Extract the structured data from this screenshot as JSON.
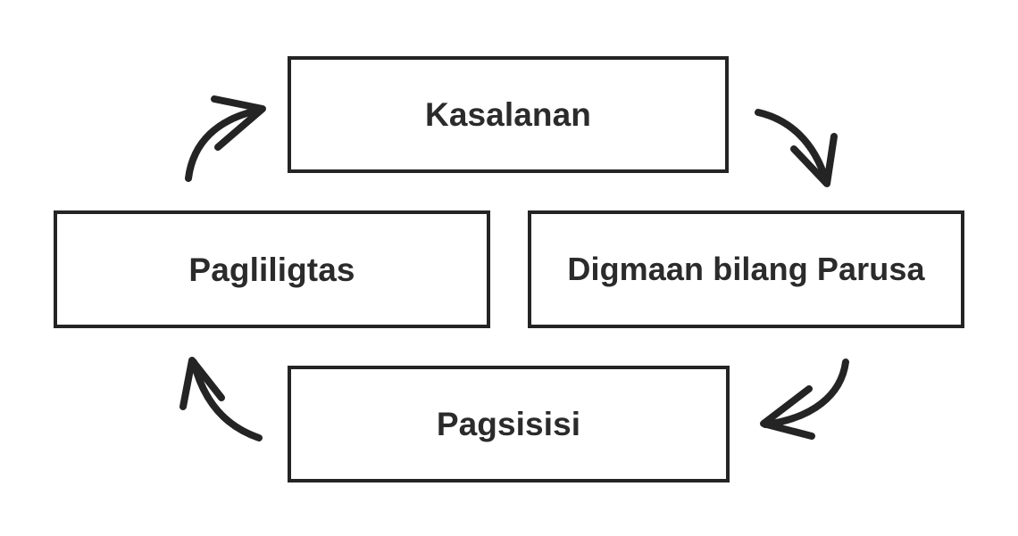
{
  "diagram": {
    "type": "cycle",
    "direction": "clockwise",
    "background_color": "#ffffff",
    "stroke_color": "#242424",
    "text_color": "#2b2b2b",
    "nodes": [
      {
        "id": "kasalanan",
        "label": "Kasalanan",
        "position": "top"
      },
      {
        "id": "digmaan",
        "label": "Digmaan bilang Parusa",
        "position": "middle-right"
      },
      {
        "id": "pagsisisi",
        "label": "Pagsisisi",
        "position": "bottom"
      },
      {
        "id": "pagliligtas",
        "label": "Pagliligtas",
        "position": "middle-left"
      }
    ],
    "arrows": [
      {
        "id": "arrow-kasalanan-to-digmaan",
        "from": "kasalanan",
        "to": "digmaan",
        "position": "top-right",
        "direction": "down-right"
      },
      {
        "id": "arrow-digmaan-to-pagsisisi",
        "from": "digmaan",
        "to": "pagsisisi",
        "position": "bottom-right",
        "direction": "down-left"
      },
      {
        "id": "arrow-pagsisisi-to-pagliligtas",
        "from": "pagsisisi",
        "to": "pagliligtas",
        "position": "bottom-left",
        "direction": "up-left"
      },
      {
        "id": "arrow-pagliligtas-to-kasalanan",
        "from": "pagliligtas",
        "to": "kasalanan",
        "position": "top-left",
        "direction": "up-right"
      }
    ]
  }
}
